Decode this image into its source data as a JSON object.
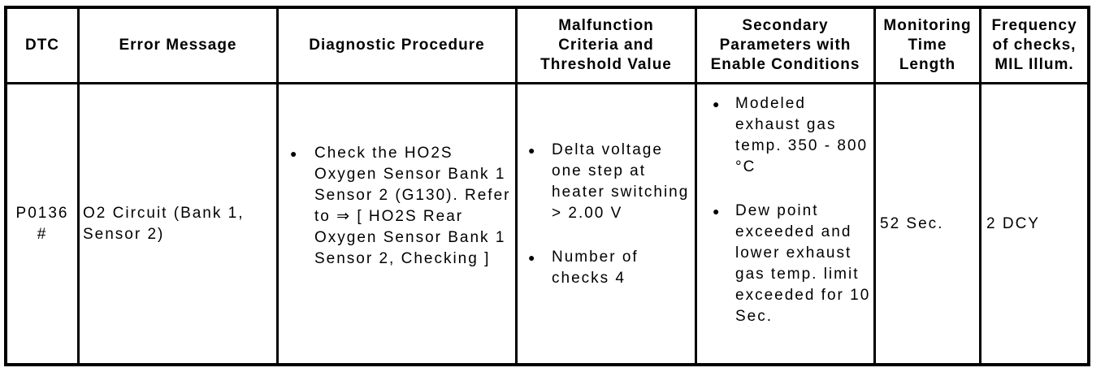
{
  "glyphs": {
    "bullet": "●"
  },
  "colors": {
    "background": "#ffffff",
    "border": "#000000",
    "text": "#000000"
  },
  "table": {
    "headers": [
      {
        "id": "dtc",
        "lines": [
          "DTC"
        ]
      },
      {
        "id": "error_message",
        "lines": [
          "Error Message"
        ]
      },
      {
        "id": "diagnostic_procedure",
        "lines": [
          "Diagnostic Procedure"
        ]
      },
      {
        "id": "malfunction_criteria",
        "lines": [
          "Malfunction",
          "Criteria and",
          "Threshold Value"
        ]
      },
      {
        "id": "secondary_parameters",
        "lines": [
          "Secondary",
          "Parameters with",
          "Enable Conditions"
        ]
      },
      {
        "id": "monitoring_time_length",
        "lines": [
          "Monitoring",
          "Time",
          "Length"
        ]
      },
      {
        "id": "frequency_of_checks",
        "lines": [
          "Frequency",
          "of checks,",
          "MIL Illum."
        ]
      }
    ],
    "row": {
      "dtc": {
        "lines": [
          "P0136",
          "#"
        ]
      },
      "error_message": "O2 Circuit (Bank 1, Sensor 2)",
      "diagnostic_procedure": [
        "Check the HO2S Oxygen Sensor Bank 1 Sensor 2 (G130). Refer to ⇒ [ HO2S Rear Oxygen Sensor Bank 1 Sensor 2, Checking ]"
      ],
      "malfunction_criteria": [
        "Delta voltage one step at heater switching > 2.00 V",
        "Number of checks 4"
      ],
      "secondary_parameters": [
        "Modeled exhaust gas temp. 350 - 800 °C",
        "Dew point exceeded and lower exhaust gas temp. limit exceeded for 10 Sec."
      ],
      "monitoring_time_length": "52 Sec.",
      "frequency_of_checks": "2 DCY"
    }
  }
}
